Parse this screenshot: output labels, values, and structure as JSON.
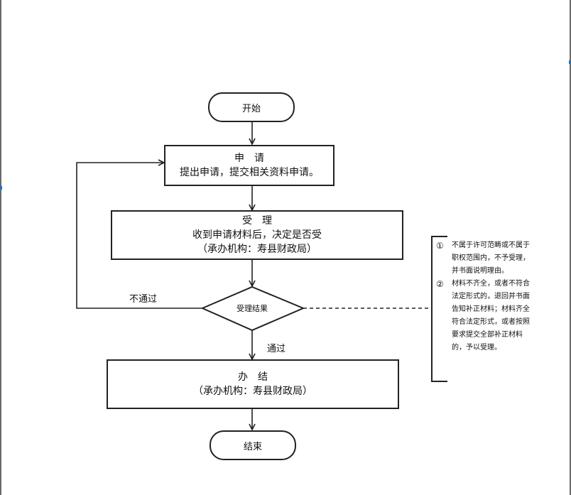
{
  "start": "开始",
  "apply": {
    "title": "申　请",
    "desc": "提出申请，提交相关资料申请。"
  },
  "accept": {
    "title": "受　理",
    "desc": "收到申请材料后，决定是否受",
    "org": "（承办机构：寿县财政局）"
  },
  "decision": {
    "label": "受理结果",
    "reject": "不通过",
    "pass": "通过"
  },
  "handle": {
    "title": "办　结",
    "org": "（承办机构：寿县财政局）"
  },
  "end": "结束",
  "note": [
    {
      "num": "①",
      "text": "不属于许可范畴或不属于\n职权范围内，不予受理，\n并书面说明理由。"
    },
    {
      "num": "②",
      "text": "材料不齐全，或者不符合\n法定形式的，退回并书面\n告知补正材料；材料齐全\n符合法定形式，或者按照\n要求提交全部补正材料\n的，予以受理。"
    }
  ]
}
